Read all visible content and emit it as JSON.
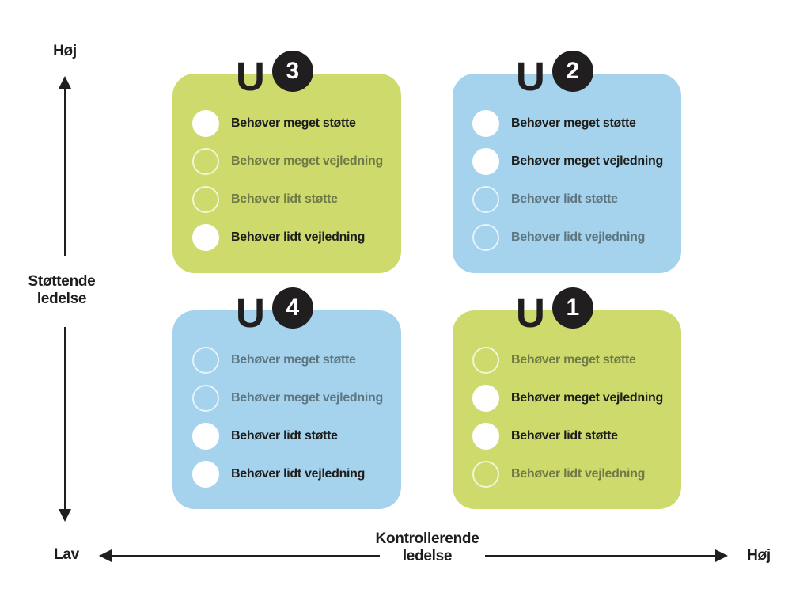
{
  "colors": {
    "green": "#cedb6c",
    "blue": "#a5d2ec",
    "dark": "#211e1f",
    "active_text": "#1d1d1b",
    "white": "#ffffff"
  },
  "y_axis": {
    "top_label": "Høj",
    "title_line1": "Støttende",
    "title_line2": "ledelse",
    "bottom_label": "Lav"
  },
  "x_axis": {
    "title_line1": "Kontrollerende",
    "title_line2": "ledelse",
    "right_label": "Høj"
  },
  "quadrants": [
    {
      "name": "U3",
      "letter": "U",
      "number": "3",
      "color": "green",
      "position": "top-left",
      "items": [
        {
          "label": "Behøver meget støtte",
          "checked": true
        },
        {
          "label": "Behøver meget vejledning",
          "checked": false
        },
        {
          "label": "Behøver lidt støtte",
          "checked": false
        },
        {
          "label": "Behøver lidt vejledning",
          "checked": true
        }
      ]
    },
    {
      "name": "U2",
      "letter": "U",
      "number": "2",
      "color": "blue",
      "position": "top-right",
      "items": [
        {
          "label": "Behøver meget støtte",
          "checked": true
        },
        {
          "label": "Behøver meget vejledning",
          "checked": true
        },
        {
          "label": "Behøver lidt støtte",
          "checked": false
        },
        {
          "label": "Behøver lidt vejledning",
          "checked": false
        }
      ]
    },
    {
      "name": "U4",
      "letter": "U",
      "number": "4",
      "color": "blue",
      "position": "bottom-left",
      "items": [
        {
          "label": "Behøver meget støtte",
          "checked": false
        },
        {
          "label": "Behøver meget vejledning",
          "checked": false
        },
        {
          "label": "Behøver lidt støtte",
          "checked": true
        },
        {
          "label": "Behøver lidt vejledning",
          "checked": true
        }
      ]
    },
    {
      "name": "U1",
      "letter": "U",
      "number": "1",
      "color": "green",
      "position": "bottom-right",
      "items": [
        {
          "label": "Behøver meget støtte",
          "checked": false
        },
        {
          "label": "Behøver meget vejledning",
          "checked": true
        },
        {
          "label": "Behøver lidt støtte",
          "checked": true
        },
        {
          "label": "Behøver lidt vejledning",
          "checked": false
        }
      ]
    }
  ]
}
